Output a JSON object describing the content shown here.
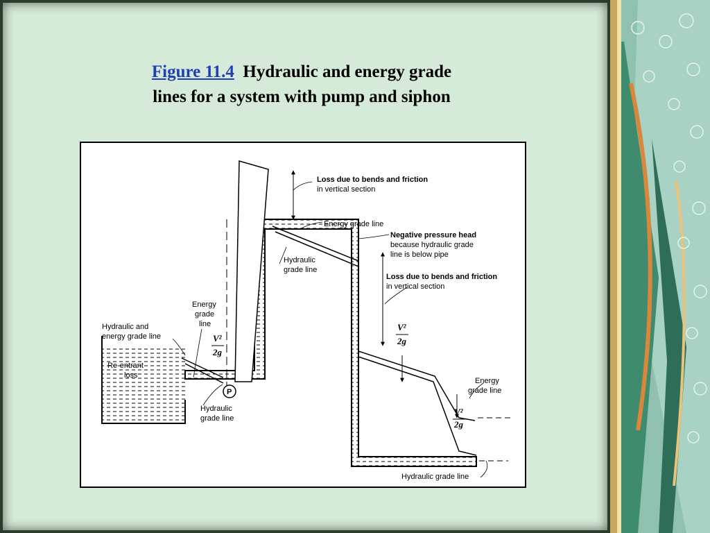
{
  "title": {
    "figure_ref": "Figure 11.4",
    "text_line1": "Hydraulic and energy grade",
    "text_line2": "lines for a system with pump and siphon"
  },
  "diagram": {
    "labels": {
      "loss_top_1": "Loss due to bends and friction",
      "loss_top_2": "in vertical section",
      "egl_top": "Energy grade line",
      "neg_1": "Negative pressure head",
      "neg_2": "because hydraulic grade",
      "neg_3": "line is below pipe",
      "hgl_mid_1": "Hydraulic",
      "hgl_mid_2": "grade line",
      "loss_mid_1": "Loss due to bends and friction",
      "loss_mid_2": "in vertical section",
      "egl_left_1": "Energy",
      "egl_left_2": "grade",
      "egl_left_3": "line",
      "hyd_energy_1": "Hydraulic and",
      "hyd_energy_2": "energy grade line",
      "reentrant_1": "Re-entrant",
      "reentrant_2": "loss",
      "hgl_bottom_left_1": "Hydraulic",
      "hgl_bottom_left_2": "grade line",
      "egl_right_1": "Energy",
      "egl_right_2": "grade line",
      "hgl_bottom": "Hydraulic grade line",
      "pump": "P",
      "v2": "V²",
      "two_g": "2g"
    }
  },
  "colors": {
    "background": "#d6ead9",
    "title_link": "#1f3fb3",
    "water": "#b9d9e6"
  }
}
